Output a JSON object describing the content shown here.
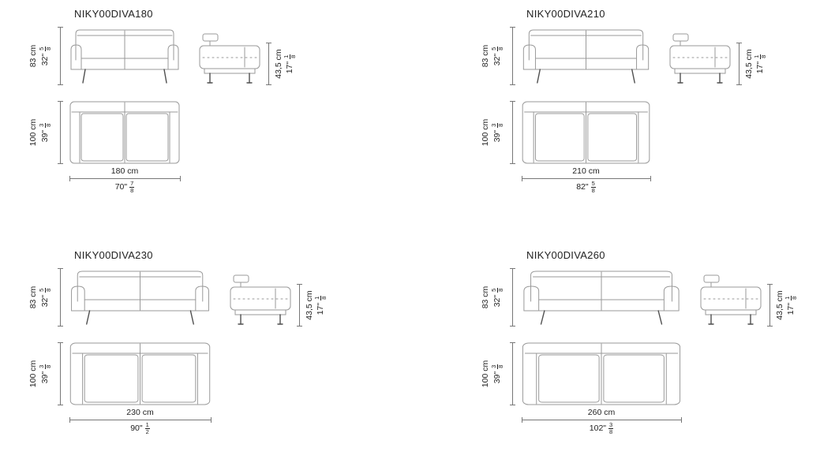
{
  "page": {
    "background": "#ffffff",
    "colors": {
      "drawing_line": "#9a9a9a",
      "dimension_line": "#777777",
      "text": "#1a1a1a"
    }
  },
  "products": [
    {
      "code": "NIKY00DIVA180",
      "front_height": {
        "cm": "83 cm",
        "in": "32\"",
        "num": "5",
        "den": "8"
      },
      "side_height": {
        "cm": "43,5 cm",
        "in": "17\"",
        "num": "1",
        "den": "8"
      },
      "depth": {
        "cm": "100 cm",
        "in": "39\"",
        "num": "3",
        "den": "8"
      },
      "width": {
        "cm": "180 cm",
        "in": "70\"",
        "num": "7",
        "den": "8"
      }
    },
    {
      "code": "NIKY00DIVA210",
      "front_height": {
        "cm": "83 cm",
        "in": "32\"",
        "num": "5",
        "den": "8"
      },
      "side_height": {
        "cm": "43,5 cm",
        "in": "17\"",
        "num": "1",
        "den": "8"
      },
      "depth": {
        "cm": "100 cm",
        "in": "39\"",
        "num": "3",
        "den": "8"
      },
      "width": {
        "cm": "210 cm",
        "in": "82\"",
        "num": "5",
        "den": "8"
      }
    },
    {
      "code": "NIKY00DIVA230",
      "front_height": {
        "cm": "83 cm",
        "in": "32\"",
        "num": "5",
        "den": "8"
      },
      "side_height": {
        "cm": "43,5 cm",
        "in": "17\"",
        "num": "1",
        "den": "8"
      },
      "depth": {
        "cm": "100 cm",
        "in": "39\"",
        "num": "3",
        "den": "8"
      },
      "width": {
        "cm": "230 cm",
        "in": "90\"",
        "num": "1",
        "den": "2"
      }
    },
    {
      "code": "NIKY00DIVA260",
      "front_height": {
        "cm": "83 cm",
        "in": "32\"",
        "num": "5",
        "den": "8"
      },
      "side_height": {
        "cm": "43,5 cm",
        "in": "17\"",
        "num": "1",
        "den": "8"
      },
      "depth": {
        "cm": "100 cm",
        "in": "39\"",
        "num": "3",
        "den": "8"
      },
      "width": {
        "cm": "260 cm",
        "in": "102\"",
        "num": "3",
        "den": "8"
      }
    }
  ]
}
